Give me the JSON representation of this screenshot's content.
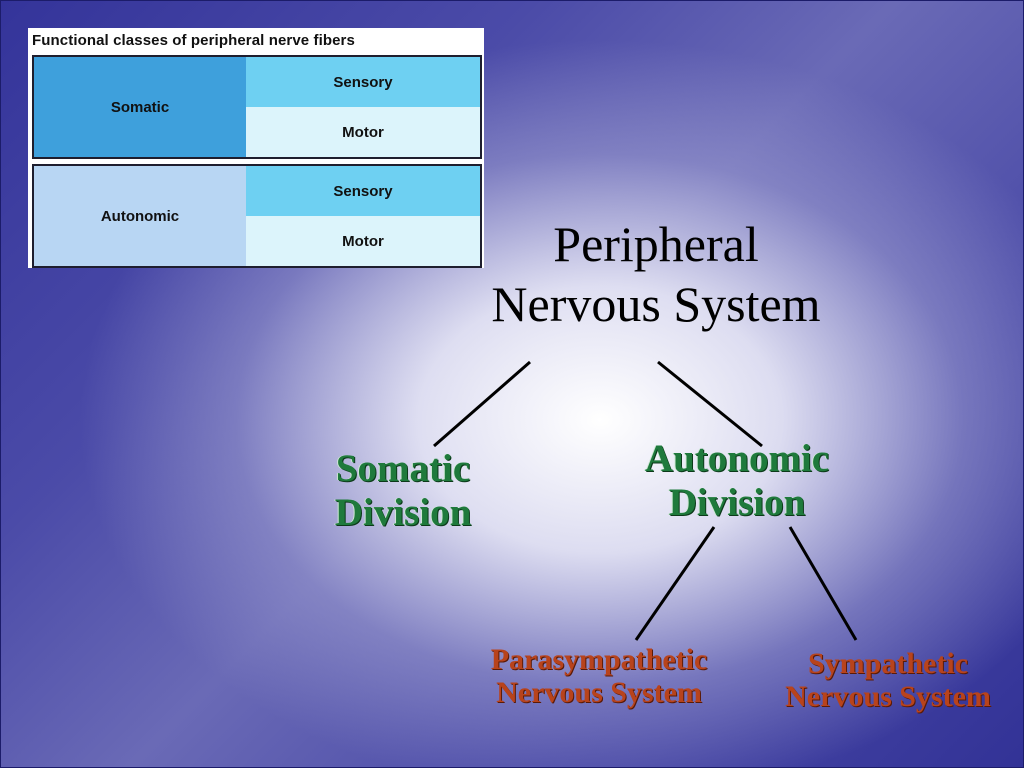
{
  "table": {
    "title": "Functional classes of peripheral nerve fibers",
    "groups": [
      {
        "name": "Somatic",
        "types": [
          "Sensory",
          "Motor"
        ]
      },
      {
        "name": "Autonomic",
        "types": [
          "Sensory",
          "Motor"
        ]
      }
    ]
  },
  "diagram": {
    "root": {
      "line1": "Peripheral",
      "line2": "Nervous System"
    },
    "somatic": {
      "line1": "Somatic",
      "line2": "Division"
    },
    "autonomic": {
      "line1": "Autonomic",
      "line2": "Division"
    },
    "parasympathetic": {
      "line1": "Parasympathetic",
      "line2": "Nervous System"
    },
    "sympathetic": {
      "line1": "Sympathetic",
      "line2": "Nervous System"
    }
  },
  "colors": {
    "background": "#3c3c9e",
    "division_text": "#1f7a3c",
    "system_text": "#b8431c",
    "sensory_cell": "#6ed0f2",
    "motor_cell": "#dcf4fb"
  }
}
